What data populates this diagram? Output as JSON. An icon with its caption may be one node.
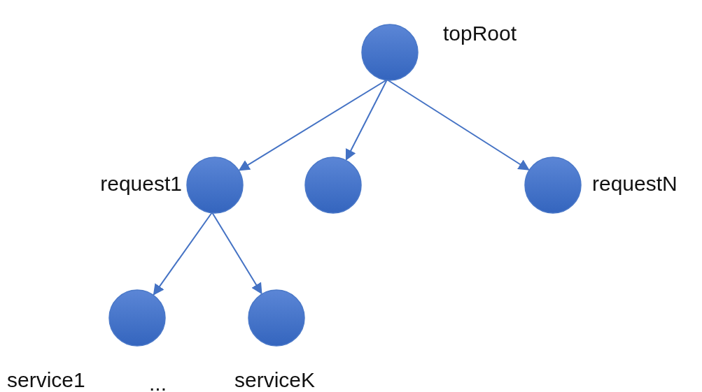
{
  "diagram": {
    "nodes": [
      {
        "text": [],
        "shape": "circle",
        "beside": [
          "topRoot"
        ]
      },
      {
        "text": [],
        "shape": "circle",
        "beside": [
          "request1"
        ]
      },
      {
        "text": [],
        "shape": "circle"
      },
      {
        "text": [],
        "shape": "circle",
        "beside": [
          "requestN"
        ]
      },
      {
        "text": [],
        "shape": "circle",
        "beside": [
          "service1"
        ]
      },
      {
        "text": [],
        "shape": "circle",
        "beside": [
          "serviceK"
        ]
      }
    ],
    "edges": [
      {
        "from": 0,
        "to": 1,
        "arrow": "to"
      },
      {
        "from": 0,
        "to": 2,
        "arrow": "to"
      },
      {
        "from": 0,
        "to": 3,
        "arrow": "to"
      },
      {
        "from": 1,
        "to": 4,
        "arrow": "to"
      },
      {
        "from": 1,
        "to": 5,
        "arrow": "to"
      }
    ],
    "labels": [
      "..."
    ]
  }
}
